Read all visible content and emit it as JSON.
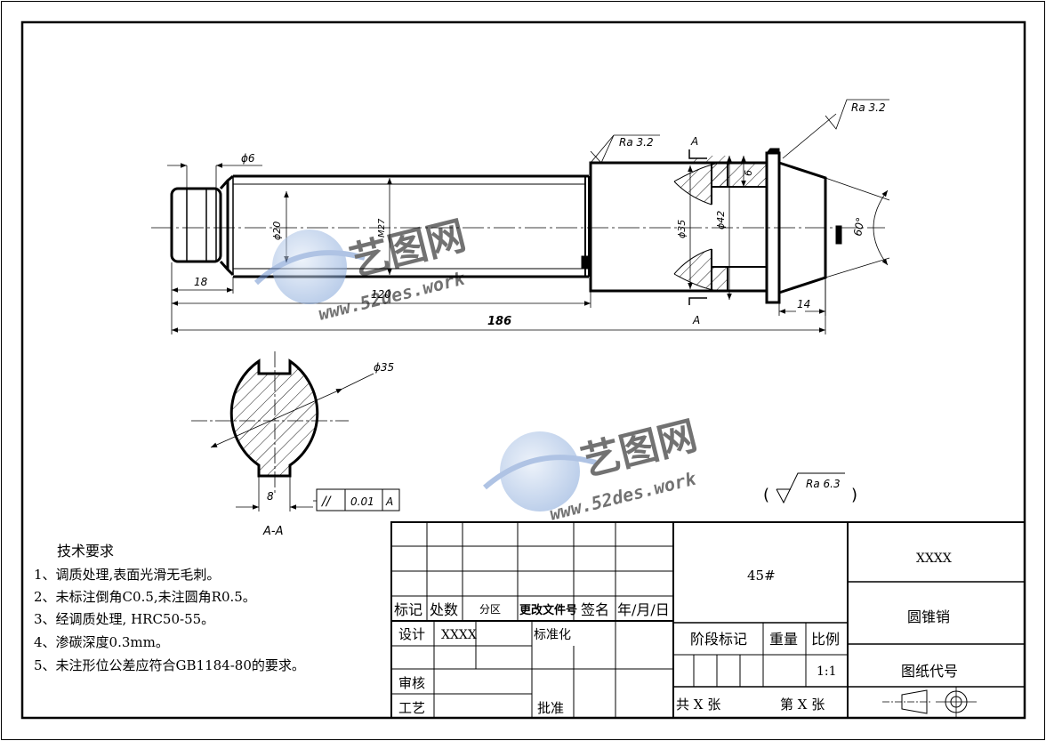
{
  "dimensions": {
    "d6": "ϕ6",
    "d20": "ϕ20",
    "m27": "M27",
    "d35": "ϕ35",
    "d42": "ϕ42",
    "six": "6",
    "eighteen": "18",
    "one_twenty": "120",
    "one_eighty_six": "186",
    "fourteen": "14",
    "sixty": "60°",
    "section_d35": "ϕ35",
    "eight": "8"
  },
  "roughness": {
    "ra_shoulder": "Ra 3.2",
    "ra_cone": "Ra 3.2",
    "ra_general": "Ra 6.3",
    "paren_open": "(",
    "paren_close": ")"
  },
  "section": {
    "marker_top": "A",
    "marker_bottom": "A",
    "label": "A-A"
  },
  "tolerance_frame": {
    "symbol": "//",
    "value": "0.01",
    "datum": "A"
  },
  "watermark": {
    "cn": "艺图网",
    "url": "www.52des.work"
  },
  "tech_requirements": {
    "title": "技术要求",
    "items": [
      "1、调质处理,表面光滑无毛刺。",
      "2、未标注倒角C0.5,未注圆角R0.5。",
      "3、经调质处理, HRC50-55。",
      "4、渗碳深度0.3mm。",
      "5、未注形位公差应符合GB1184-80的要求。"
    ]
  },
  "title_block": {
    "material": "45#",
    "company": "XXXX",
    "part_name": "圆锥销",
    "drawing_code_label": "图纸代号",
    "mark": "标记",
    "count": "处数",
    "zone": "分区",
    "change_doc": "更改文件号",
    "signature": "签名",
    "date": "年/月/日",
    "design": "设计",
    "designer": "XXXX",
    "standardize": "标准化",
    "stage_mark": "阶段标记",
    "weight": "重量",
    "scale_label": "比例",
    "scale_value": "1:1",
    "review": "审核",
    "process": "工艺",
    "approve": "批准",
    "sheets_total": "共 X 张",
    "sheet_no": "第 X 张"
  }
}
